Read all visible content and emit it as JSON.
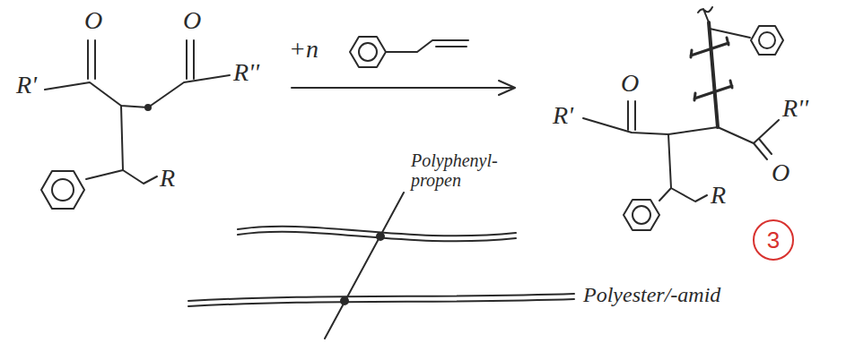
{
  "diagram": {
    "nodes": [
      {
        "text": [
          "3"
        ]
      }
    ],
    "labels": [
      "R'",
      "O",
      "O",
      "R''",
      "R",
      "+n",
      "R'",
      "O",
      "R''",
      "O",
      "R",
      "Polyphenyl- propen",
      "Polyester/-amid"
    ]
  }
}
